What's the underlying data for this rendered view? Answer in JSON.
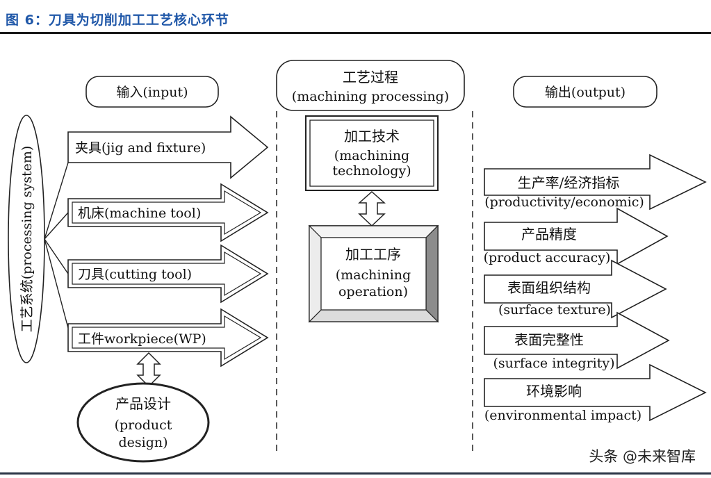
{
  "title": "图 6：刀具为切削加工工艺核心环节",
  "headers": {
    "input": "输入(input)",
    "process_cn": "工艺过程",
    "process_en": "(machining processing)",
    "output": "输出(output)"
  },
  "processing_system": "工艺系统(processing system)",
  "inputs": [
    "夹具(jig and fixture)",
    "机床(machine tool)",
    "刀具(cutting tool)",
    "工件workpiece(WP)"
  ],
  "product_design": {
    "cn": "产品设计",
    "en1": "(product",
    "en2": "design)"
  },
  "process_boxes": {
    "technology": {
      "cn": "加工技术",
      "en1": "(machining",
      "en2": "technology)"
    },
    "operation": {
      "cn": "加工工序",
      "en1": "(machining",
      "en2": "operation)"
    }
  },
  "outputs": [
    {
      "cn": "生产率/经济指标",
      "en": "(productivity/economic)"
    },
    {
      "cn": "产品精度",
      "en": "(product accuracy)"
    },
    {
      "cn": "表面组织结构",
      "en": "(surface texture)"
    },
    {
      "cn": "表面完整性",
      "en": "(surface integrity)"
    },
    {
      "cn": "环境影响",
      "en": "(environmental impact)"
    }
  ],
  "watermark": "头条 @未来智库"
}
